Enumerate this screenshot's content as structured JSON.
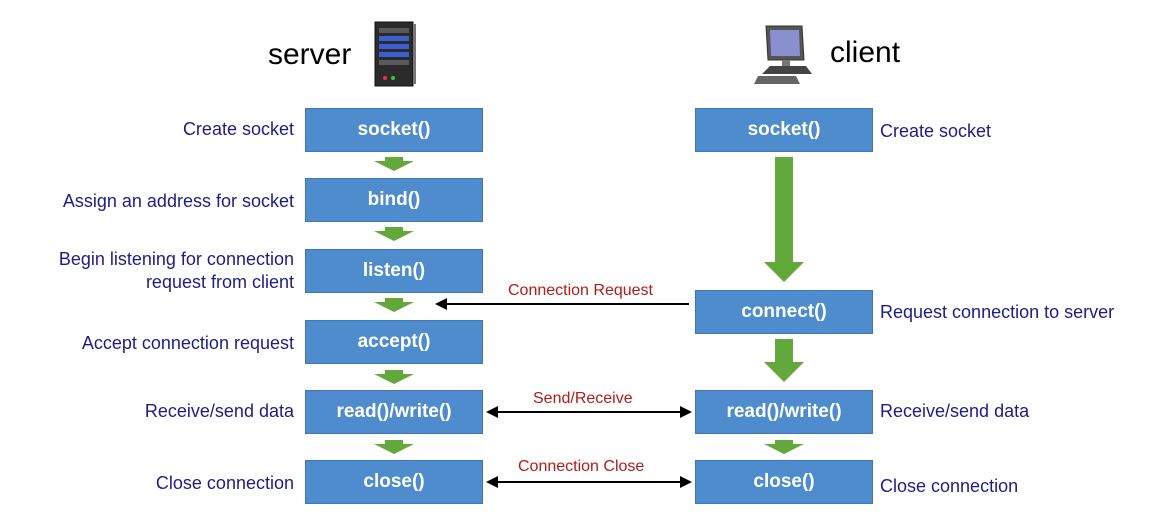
{
  "server": {
    "title": "server",
    "steps": [
      {
        "call": "socket()",
        "label": "Create socket"
      },
      {
        "call": "bind()",
        "label": "Assign an address for socket"
      },
      {
        "call": "listen()",
        "label": "Begin listening for connection",
        "label2": "request from client"
      },
      {
        "call": "accept()",
        "label": "Accept connection request"
      },
      {
        "call": "read()/write()",
        "label": "Receive/send data"
      },
      {
        "call": "close()",
        "label": "Close connection"
      }
    ]
  },
  "client": {
    "title": "client",
    "steps": [
      {
        "call": "socket()",
        "label": "Create socket"
      },
      {
        "call": "connect()",
        "label": "Request connection to server"
      },
      {
        "call": "read()/write()",
        "label": "Receive/send data"
      },
      {
        "call": "close()",
        "label": "Close connection"
      }
    ]
  },
  "messages": {
    "connection_request": "Connection Request",
    "send_receive": "Send/Receive",
    "connection_close": "Connection Close"
  },
  "colors": {
    "box_fill": "#4f8ccd",
    "flow_arrow": "#62a83a",
    "label_text": "#1f1c8a",
    "message_text": "#b31b1b"
  },
  "icons": {
    "server": "server-tower-icon",
    "client": "desktop-computer-icon"
  }
}
